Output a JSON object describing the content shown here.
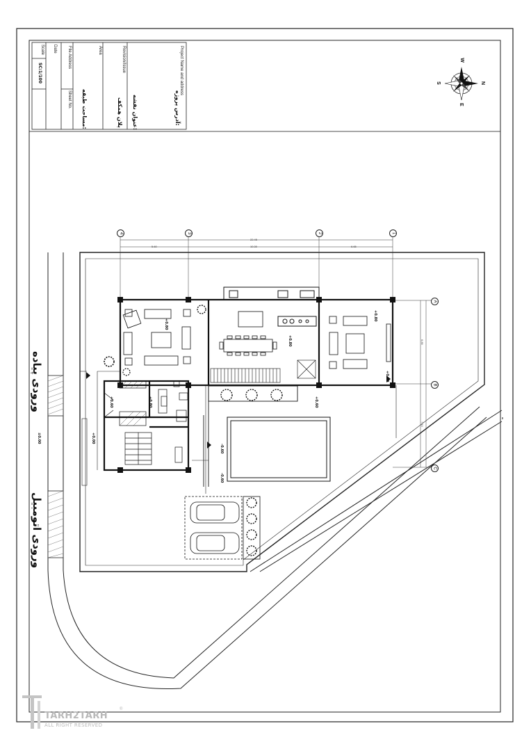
{
  "title_block": {
    "project_label": "Project Name and address",
    "project_value": "آدرس پروژه:",
    "revision_label": "Revision/Issue",
    "revision_value": "عنوان نقشه:",
    "revision_sub": "پلان همکف",
    "area_label": "Area",
    "area_value": "مساحت طبقه:",
    "file_label": "File Address",
    "sheet_label": "Sheet No.",
    "scale_label": "Scale",
    "scale_value": "SC:1/100",
    "date_label": "Date"
  },
  "compass": {
    "n": "N",
    "s": "S",
    "e": "E",
    "w": "W"
  },
  "entrances": {
    "pedestrian": "ورودی پیاده",
    "vehicle": "ورودی اتومبیل"
  },
  "levels": {
    "site": "±0.00",
    "main": "+0.00",
    "room_a": "+0.80",
    "room_b": "+0.80",
    "room_c": "+0.60",
    "living": "+0.80",
    "entry": "+0.60",
    "lobby": "+0.80",
    "pool_a": "-0.60",
    "pool_b": "-0.60",
    "terrace": "+0.60"
  },
  "axes": {
    "grid_numbers": [
      "4",
      "3",
      "2",
      "1"
    ],
    "grid_letters": [
      "A",
      "B",
      "C"
    ],
    "dims_top": [
      "5.60",
      "10.30",
      "6.65"
    ],
    "dim_total": "22.45",
    "dims_side": [
      "6.85",
      "7.10"
    ]
  },
  "watermark": {
    "brand": "TARH2TARH",
    "tagline": "ALL RIGHT RESERVED",
    "mark": "®"
  }
}
